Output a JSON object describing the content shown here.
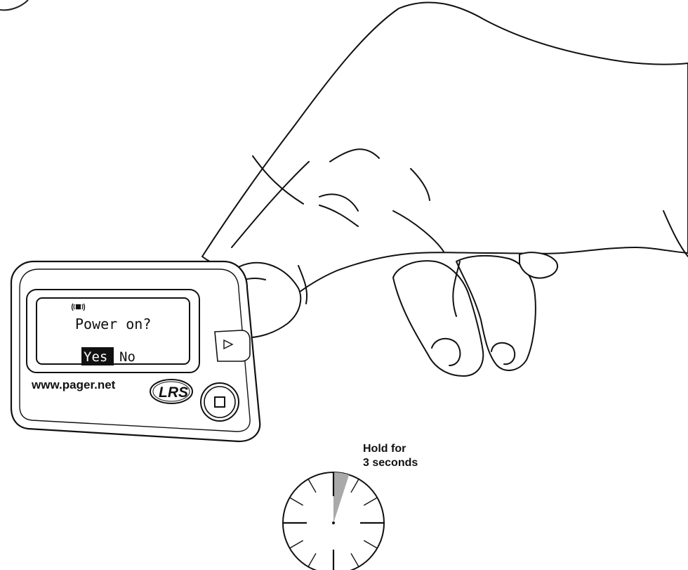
{
  "pager": {
    "screen_prompt": "Power on?",
    "option_yes": "Yes",
    "option_no": "No",
    "website": "www.pager.net",
    "logo": "LRS",
    "signal_indicator_icon": "vibrate-icon",
    "side_button_icon": "play-triangle-icon",
    "front_button_icon": "square-icon"
  },
  "instruction": {
    "line1": "Hold for",
    "line2": "3 seconds"
  },
  "timer": {
    "hold_seconds": 3,
    "total_seconds": 60,
    "highlight_color": "#a9a9a9"
  }
}
